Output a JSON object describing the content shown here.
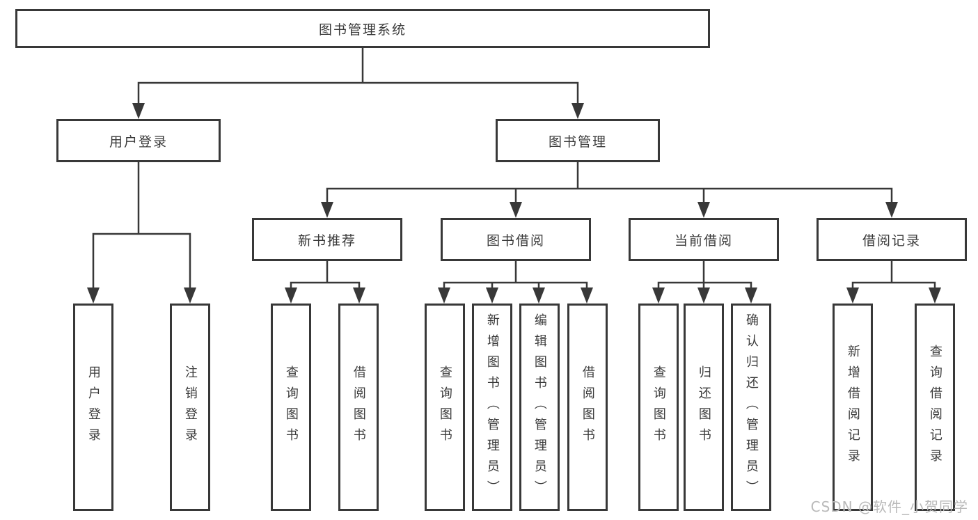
{
  "diagram": {
    "root_label": "图书管理系统",
    "level2": [
      "用户登录",
      "图书管理"
    ],
    "level3": [
      "新书推荐",
      "图书借阅",
      "当前借阅",
      "借阅记录"
    ],
    "leaves": {
      "under_user_login": [
        "用户登录",
        "注销登录"
      ],
      "under_new_book": [
        "查询图书",
        "借阅图书"
      ],
      "under_book_borrow": [
        "查询图书",
        "新增图书（管理员）",
        "编辑图书（管理员）",
        "借阅图书"
      ],
      "under_current_borrow": [
        "查询图书",
        "归还图书",
        "确认归还（管理员）"
      ],
      "under_records": [
        "新增借阅记录",
        "查询借阅记录"
      ]
    },
    "watermark": "CSDN @软件_小贺同学"
  },
  "colors": {
    "line": "#383838",
    "box_border": "#383838",
    "box_background": "#ffffff",
    "text": "#3a3a3a",
    "watermark": "#b9b9b9"
  }
}
